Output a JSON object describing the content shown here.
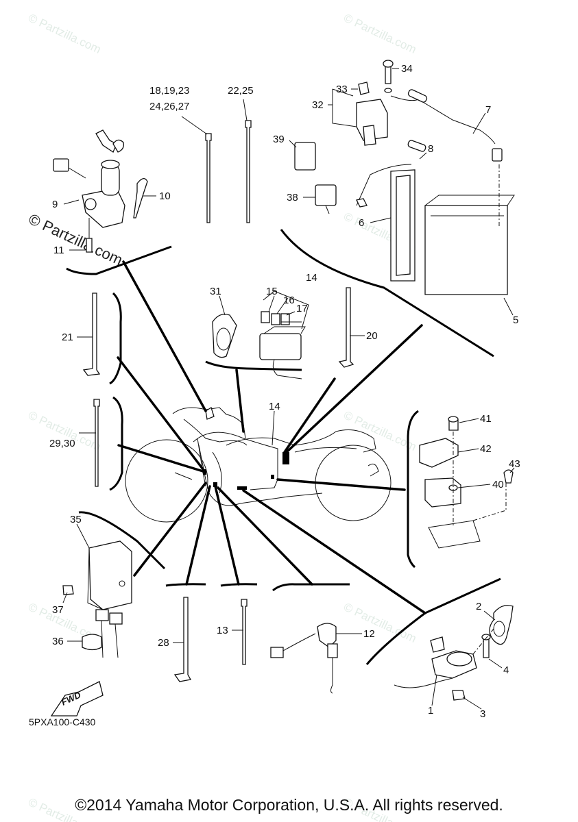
{
  "diagram": {
    "title": "Electrical 1 parts diagram",
    "diagram_code": "5PXA100-C430",
    "direction_label": "FWD",
    "watermark": "© Partzilla.com",
    "copyright": "©2014 Yamaha Motor Corporation, U.S.A. All rights reserved."
  },
  "callouts": [
    {
      "id": "c34",
      "text": "34"
    },
    {
      "id": "c33",
      "text": "33"
    },
    {
      "id": "c32",
      "text": "32"
    },
    {
      "id": "c7",
      "text": "7"
    },
    {
      "id": "c39",
      "text": "39"
    },
    {
      "id": "c8",
      "text": "8"
    },
    {
      "id": "c38",
      "text": "38"
    },
    {
      "id": "c6",
      "text": "6"
    },
    {
      "id": "c5",
      "text": "5"
    },
    {
      "id": "c18",
      "text": "18,19,23"
    },
    {
      "id": "c24",
      "text": "24,26,27"
    },
    {
      "id": "c22",
      "text": "22,25"
    },
    {
      "id": "c9",
      "text": "9"
    },
    {
      "id": "c10",
      "text": "10"
    },
    {
      "id": "c11",
      "text": "11"
    },
    {
      "id": "c31",
      "text": "31"
    },
    {
      "id": "c14a",
      "text": "14"
    },
    {
      "id": "c15",
      "text": "15"
    },
    {
      "id": "c16",
      "text": "16"
    },
    {
      "id": "c17",
      "text": "17"
    },
    {
      "id": "c20",
      "text": "20"
    },
    {
      "id": "c21",
      "text": "21"
    },
    {
      "id": "c29",
      "text": "29,30"
    },
    {
      "id": "c14b",
      "text": "14"
    },
    {
      "id": "c41",
      "text": "41"
    },
    {
      "id": "c42",
      "text": "42"
    },
    {
      "id": "c43",
      "text": "43"
    },
    {
      "id": "c40",
      "text": "40"
    },
    {
      "id": "c35",
      "text": "35"
    },
    {
      "id": "c37",
      "text": "37"
    },
    {
      "id": "c36",
      "text": "36"
    },
    {
      "id": "c28",
      "text": "28"
    },
    {
      "id": "c13",
      "text": "13"
    },
    {
      "id": "c12",
      "text": "12"
    },
    {
      "id": "c2",
      "text": "2"
    },
    {
      "id": "c4",
      "text": "4"
    },
    {
      "id": "c1",
      "text": "1"
    },
    {
      "id": "c3",
      "text": "3"
    }
  ]
}
